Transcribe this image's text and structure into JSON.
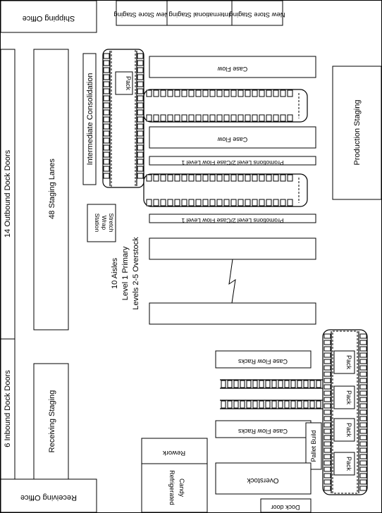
{
  "labels": {
    "shipping_office": "Shipping Office",
    "new_store_staging": "New Store Staging",
    "international_staging": "International Staging",
    "outbound_dock_doors": "14 Outbound Dock Doors",
    "staging_lanes": "48 Staging Lanes",
    "intermediate_consolidation": "Intermediate Consolidation",
    "pack": "Pack",
    "case_flow": "Case Flow",
    "promotions_level": "Promotions Level 2/Case Flow Level 1",
    "production_staging": "Production Staging",
    "stretch_wrap_station": "Stretch Wrap Station",
    "aisles": "10 Aisles",
    "level_primary": "Level 1 Primary",
    "levels_overstock": "Levels 2-5 Overstock",
    "inbound_dock_doors": "6 Inbound Dock Doors",
    "receiving_staging": "Receiving Staging",
    "case_flow_racks": "Case Flow Racks",
    "pallet_build": "Pallet Build",
    "rework": "Rework",
    "candy": "Candy",
    "refrigerated": "Refrigerated",
    "overstock": "Overstock",
    "receiving_office": "Receiving Office",
    "dock_door": "Dock door"
  }
}
